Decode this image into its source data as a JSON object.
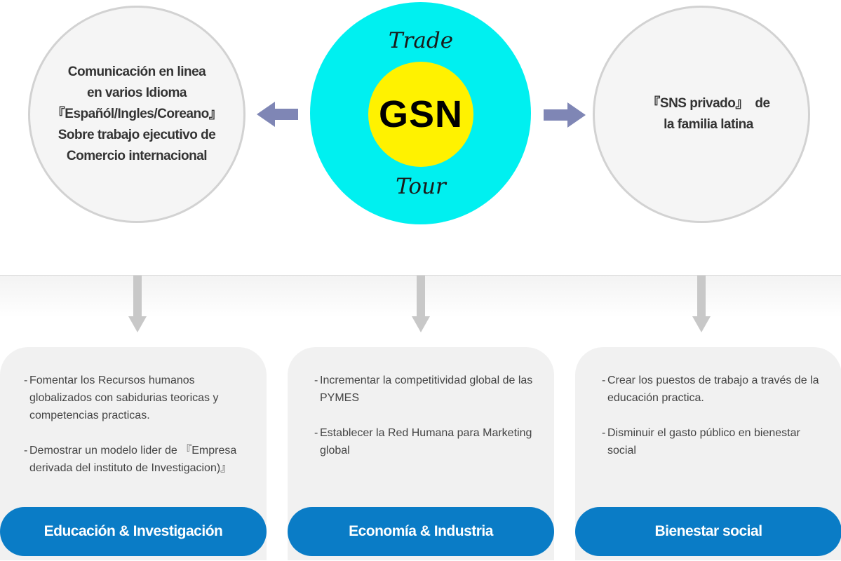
{
  "center": {
    "top_word": "Trade",
    "logo": "GSN",
    "bottom_word": "Tour",
    "outer_color": "#00f0f0",
    "inner_color": "#fff200"
  },
  "left_circle": {
    "lines": [
      "Comunicación en linea",
      "en varios Idioma",
      "『Españól/Ingles/Coreano』",
      "Sobre trabajo ejecutivo de",
      "Comercio internacional"
    ]
  },
  "right_circle": {
    "lines": [
      "『SNS privado』  de",
      "la familia latina"
    ]
  },
  "cards": [
    {
      "label": "Educación & Investigación",
      "bullets": [
        {
          "dash": "-",
          "text": "Fomentar los Recursos humanos globalizados con sabidurias teoricas y competencias practicas."
        },
        {
          "dash": "-",
          "text": "Demostrar un modelo lider de 『Empresa derivada del instituto de Investigacion)』"
        }
      ]
    },
    {
      "label": "Economía & Industria",
      "bullets": [
        {
          "dash": "-",
          "text": "Incrementar la competitividad global de las PYMES"
        },
        {
          "dash": "-",
          "text": "Establecer la Red Humana para Marketing global"
        }
      ]
    },
    {
      "label": "Bienestar social",
      "bullets": [
        {
          "dash": "-",
          "text": "Crear los puestos de trabajo a través de la educación practica."
        },
        {
          "dash": "-",
          "text": "Disminuir el gasto público en bienestar social"
        }
      ]
    }
  ],
  "colors": {
    "label_bg": "#0a7cc6",
    "horizontal_arrow": "#7f86b5",
    "vertical_arrow": "#c8c8c8"
  }
}
